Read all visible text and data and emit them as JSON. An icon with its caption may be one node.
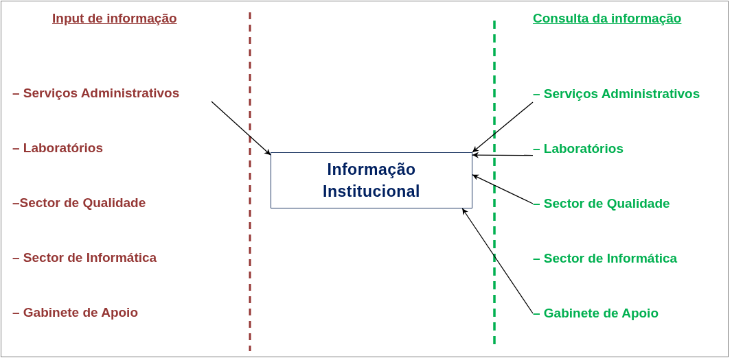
{
  "diagram": {
    "nodes": [
      {
        "text": [
          "– Serviços Administrativos"
        ]
      },
      {
        "text": [
          "Informação Institucional"
        ]
      },
      {
        "text": [
          "– Serviços Administrativos"
        ]
      },
      {
        "text": [
          "– Laboratórios"
        ]
      },
      {
        "text": [
          "– Sector de Qualidade"
        ]
      },
      {
        "text": [
          "– Gabinete de Apoio"
        ]
      }
    ],
    "edges": [
      {
        "from": 0,
        "to": 1,
        "arrow": "to"
      },
      {
        "from": 2,
        "to": 1,
        "arrow": "to"
      },
      {
        "from": 3,
        "to": 1,
        "arrow": "to"
      },
      {
        "from": 4,
        "to": 1,
        "arrow": "to"
      },
      {
        "from": 5,
        "to": 1,
        "arrow": "to"
      }
    ],
    "labels": [
      "Input de informação",
      "Consulta da informação",
      "– Laboratórios",
      "–Sector de Qualidade",
      "– Sector de Informática",
      "– Gabinete de Apoio",
      "– Sector de Informática"
    ]
  }
}
